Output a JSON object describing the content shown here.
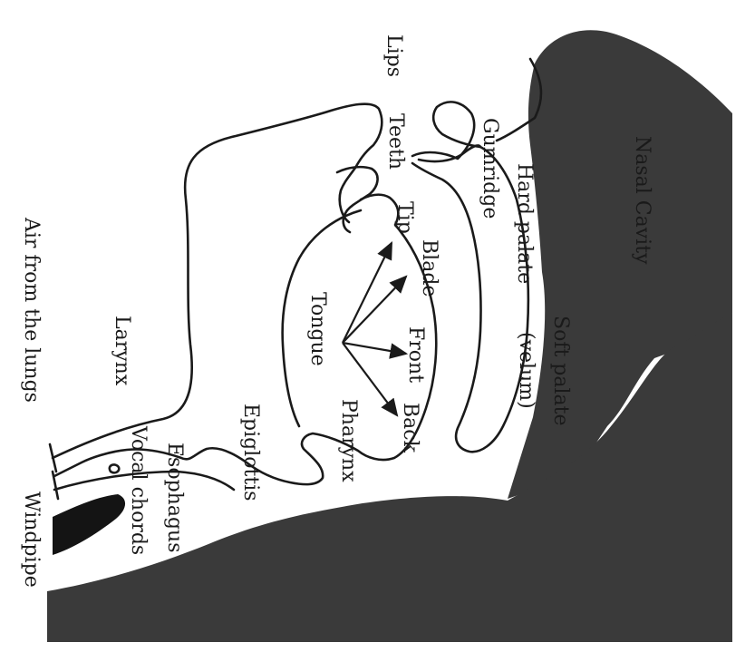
{
  "labels": {
    "lips": "Lips",
    "teeth": "Teeth",
    "gumridge": "Gumridge",
    "hard_palate": "Hard palate",
    "nasal_cavity": "Nasal Cavity",
    "soft_palate": "Soft palate",
    "velum": "(velum)",
    "tip": "Tip",
    "blade": "Blade",
    "front": "Front",
    "back": "Back",
    "tongue": "Tongue",
    "pharynx": "Pharynx",
    "epiglottis": "Epiglottis",
    "esophagus": "Esophagus",
    "vocal_chords": "Vocal chords",
    "larynx": "Larynx",
    "air_from_lungs": "Air from the lungs",
    "windpipe": "Windpipe"
  },
  "colors": {
    "cavity_fill": "#3a3a3a",
    "outline": "#1a1a1a",
    "background": "#ffffff"
  }
}
